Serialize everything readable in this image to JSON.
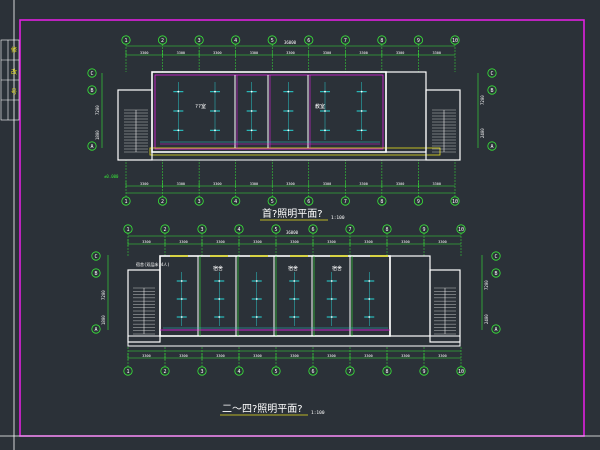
{
  "colors": {
    "background": "#2b3138",
    "frame": "#e020e0",
    "wall": "#ffffff",
    "wall_accent": "#e020e0",
    "dim": "#38e838",
    "circuit": "#28c8c8",
    "axis": "#38e838",
    "text": "#ffffff",
    "yellow": "#e8e020",
    "stair": "#e8e8e8"
  },
  "title_block": {
    "marks": [
      "修",
      "改",
      "号"
    ]
  },
  "plan1": {
    "title": "首?照明平面?",
    "scale": "1:100",
    "top_axes": [
      "1",
      "2",
      "3",
      "4",
      "5",
      "6",
      "7",
      "8",
      "9",
      "10"
    ],
    "bottom_axes": [
      "1",
      "2",
      "3",
      "4",
      "5",
      "6",
      "7",
      "8",
      "9",
      "10"
    ],
    "left_axes": [
      "C",
      "B",
      "A"
    ],
    "right_axes": [
      "C",
      "B",
      "A"
    ],
    "total_dim": "36000",
    "spans": [
      "3300",
      "3300",
      "3300",
      "3300",
      "3300",
      "3300",
      "3300",
      "3300",
      "3300"
    ],
    "room_labels": [
      "??室",
      "教室"
    ],
    "left_dims": [
      "7200",
      "1800"
    ],
    "right_dims": [
      "7200",
      "2400"
    ],
    "level_mark": "±0.000"
  },
  "plan2": {
    "title": "二～四?照明平面?",
    "scale": "1:100",
    "top_axes": [
      "1",
      "2",
      "3",
      "4",
      "5",
      "6",
      "7",
      "8",
      "9",
      "10"
    ],
    "bottom_axes": [
      "1",
      "2",
      "3",
      "4",
      "5",
      "6",
      "7",
      "8",
      "9",
      "10"
    ],
    "left_axes": [
      "C",
      "B",
      "A"
    ],
    "right_axes": [
      "C",
      "B",
      "A"
    ],
    "total_dim": "36000",
    "spans": [
      "3300",
      "3300",
      "3300",
      "3300",
      "3300",
      "3300",
      "3300",
      "3300",
      "3300"
    ],
    "room_labels": [
      "宿舍",
      "宿舍",
      "宿舍"
    ],
    "corner_note": "宿舍(双层床,4人)",
    "left_dims": [
      "7200",
      "1800"
    ],
    "right_dims": [
      "7200",
      "2400"
    ]
  }
}
